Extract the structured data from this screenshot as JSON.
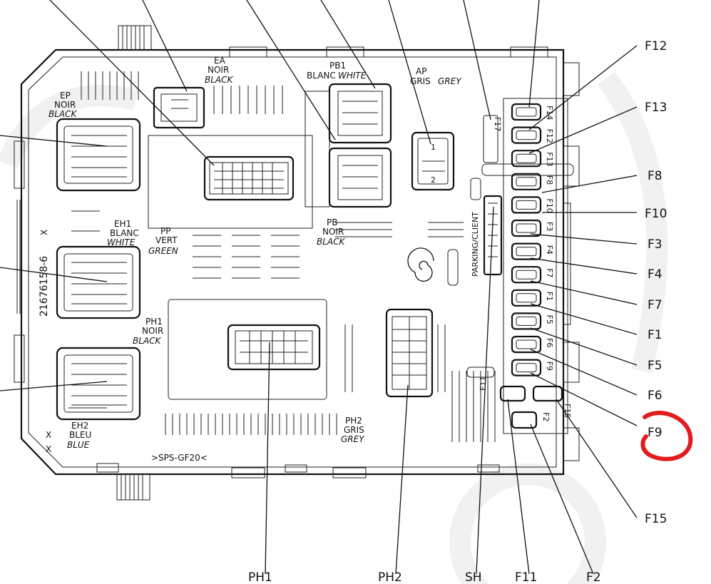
{
  "part_number": "21676158-6",
  "code": ">SPS-GF20<",
  "parking_label": "PARKING/CLIENT",
  "connectors": {
    "ea": {
      "id": "EA",
      "fr": "NOIR",
      "en": "BLACK"
    },
    "pb1": {
      "id": "PB1",
      "fr": "BLANC",
      "en": "WHITE"
    },
    "ap": {
      "id": "AP",
      "fr": "GRIS",
      "en": "GREY"
    },
    "ep": {
      "id": "EP",
      "fr": "NOIR",
      "en": "BLACK"
    },
    "eh1": {
      "id": "EH1",
      "fr": "BLANC",
      "en": "WHITE"
    },
    "pp": {
      "id": "PP",
      "fr": "VERT",
      "en": "GREEN"
    },
    "pb": {
      "id": "PB",
      "fr": "NOIR",
      "en": "BLACK"
    },
    "ph1": {
      "id": "PH1",
      "fr": "NOIR",
      "en": "BLACK"
    },
    "eh2": {
      "id": "EH2",
      "fr": "BLEU",
      "en": "BLUE"
    },
    "ph2": {
      "id": "PH2",
      "fr": "GRIS",
      "en": "GREY"
    }
  },
  "fuse_labels": [
    "F17",
    "F14",
    "F12",
    "F13",
    "F8",
    "F10",
    "F3",
    "F4",
    "F7",
    "F1",
    "F5",
    "F6",
    "F9",
    "F11",
    "F2",
    "F15"
  ],
  "right_callouts": [
    "F12",
    "F13",
    "F8",
    "F10",
    "F3",
    "F4",
    "F7",
    "F1",
    "F5",
    "F6",
    "F9",
    "F15"
  ],
  "bottom_callouts": [
    "PH1",
    "PH2",
    "SH",
    "F11",
    "F2"
  ],
  "x_marks": [
    "X",
    "X",
    "X"
  ],
  "highlight": {
    "label": "F9",
    "color": "#e31b1b"
  }
}
